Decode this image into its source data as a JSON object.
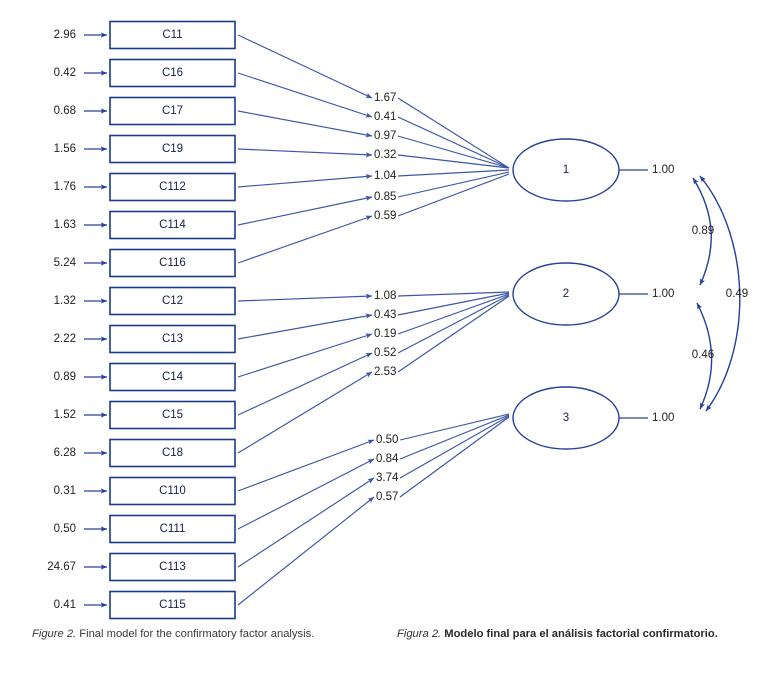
{
  "figure": {
    "caption_en_label": "Figure 2.",
    "caption_en_text": "Final model for the confirmatory factor analysis.",
    "caption_es_label": "Figura 2.",
    "caption_es_text": "Modelo final para el análisis factorial confirmatorio."
  },
  "colors": {
    "box_stroke": "#1b3a8c",
    "ellipse_stroke": "#27409b",
    "path_stroke": "#3b56a8",
    "label_text": "#14204d",
    "number_text": "#222222",
    "background": "#ffffff"
  },
  "chart_data": {
    "type": "diagram",
    "title": "Final model for the confirmatory factor analysis",
    "diagram_kind": "confirmatory-factor-analysis-path-diagram",
    "indicators": [
      {
        "name": "C11",
        "residual": "2.96",
        "factor": "1",
        "loading": "1.67"
      },
      {
        "name": "C16",
        "residual": "0.42",
        "factor": "1",
        "loading": "0.41"
      },
      {
        "name": "C17",
        "residual": "0.68",
        "factor": "1",
        "loading": "0.97"
      },
      {
        "name": "C19",
        "residual": "1.56",
        "factor": "1",
        "loading": "0.32"
      },
      {
        "name": "C112",
        "residual": "1.76",
        "factor": "1",
        "loading": "1.04"
      },
      {
        "name": "C114",
        "residual": "1.63",
        "factor": "1",
        "loading": "0.85"
      },
      {
        "name": "C116",
        "residual": "5.24",
        "factor": "1",
        "loading": "0.59"
      },
      {
        "name": "C12",
        "residual": "1.32",
        "factor": "2",
        "loading": "1.08"
      },
      {
        "name": "C13",
        "residual": "2.22",
        "factor": "2",
        "loading": "0.43"
      },
      {
        "name": "C14",
        "residual": "0.89",
        "factor": "2",
        "loading": "0.19"
      },
      {
        "name": "C15",
        "residual": "1.52",
        "factor": "2",
        "loading": "0.52"
      },
      {
        "name": "C18",
        "residual": "6.28",
        "factor": "2",
        "loading": "2.53"
      },
      {
        "name": "C110",
        "residual": "0.31",
        "factor": "3",
        "loading": "0.50"
      },
      {
        "name": "C111",
        "residual": "0.50",
        "factor": "3",
        "loading": "0.84"
      },
      {
        "name": "C113",
        "residual": "24.67",
        "factor": "3",
        "loading": "3.74"
      },
      {
        "name": "C115",
        "residual": "0.41",
        "factor": "3",
        "loading": "0.57"
      }
    ],
    "factors": [
      {
        "id": "1",
        "label": "1",
        "variance": "1.00"
      },
      {
        "id": "2",
        "label": "2",
        "variance": "1.00"
      },
      {
        "id": "3",
        "label": "3",
        "variance": "1.00"
      }
    ],
    "factor_loadings": {
      "1": [
        "1.67",
        "0.41",
        "0.97",
        "0.32",
        "1.04",
        "0.85",
        "0.59"
      ],
      "2": [
        "1.08",
        "0.43",
        "0.19",
        "0.52",
        "2.53"
      ],
      "3": [
        "0.50",
        "0.84",
        "3.74",
        "0.57"
      ]
    },
    "correlations": [
      {
        "between": [
          "1",
          "2"
        ],
        "value": "0.89"
      },
      {
        "between": [
          "1",
          "3"
        ],
        "value": "0.49"
      },
      {
        "between": [
          "2",
          "3"
        ],
        "value": "0.46"
      }
    ],
    "notes": "Residual variances enter each indicator box from the left; standardized-scale loadings label the lines from each latent factor to its indicators; curved double-headed arcs on the right give inter-factor correlations; each factor has a fixed variance of 1.00."
  }
}
